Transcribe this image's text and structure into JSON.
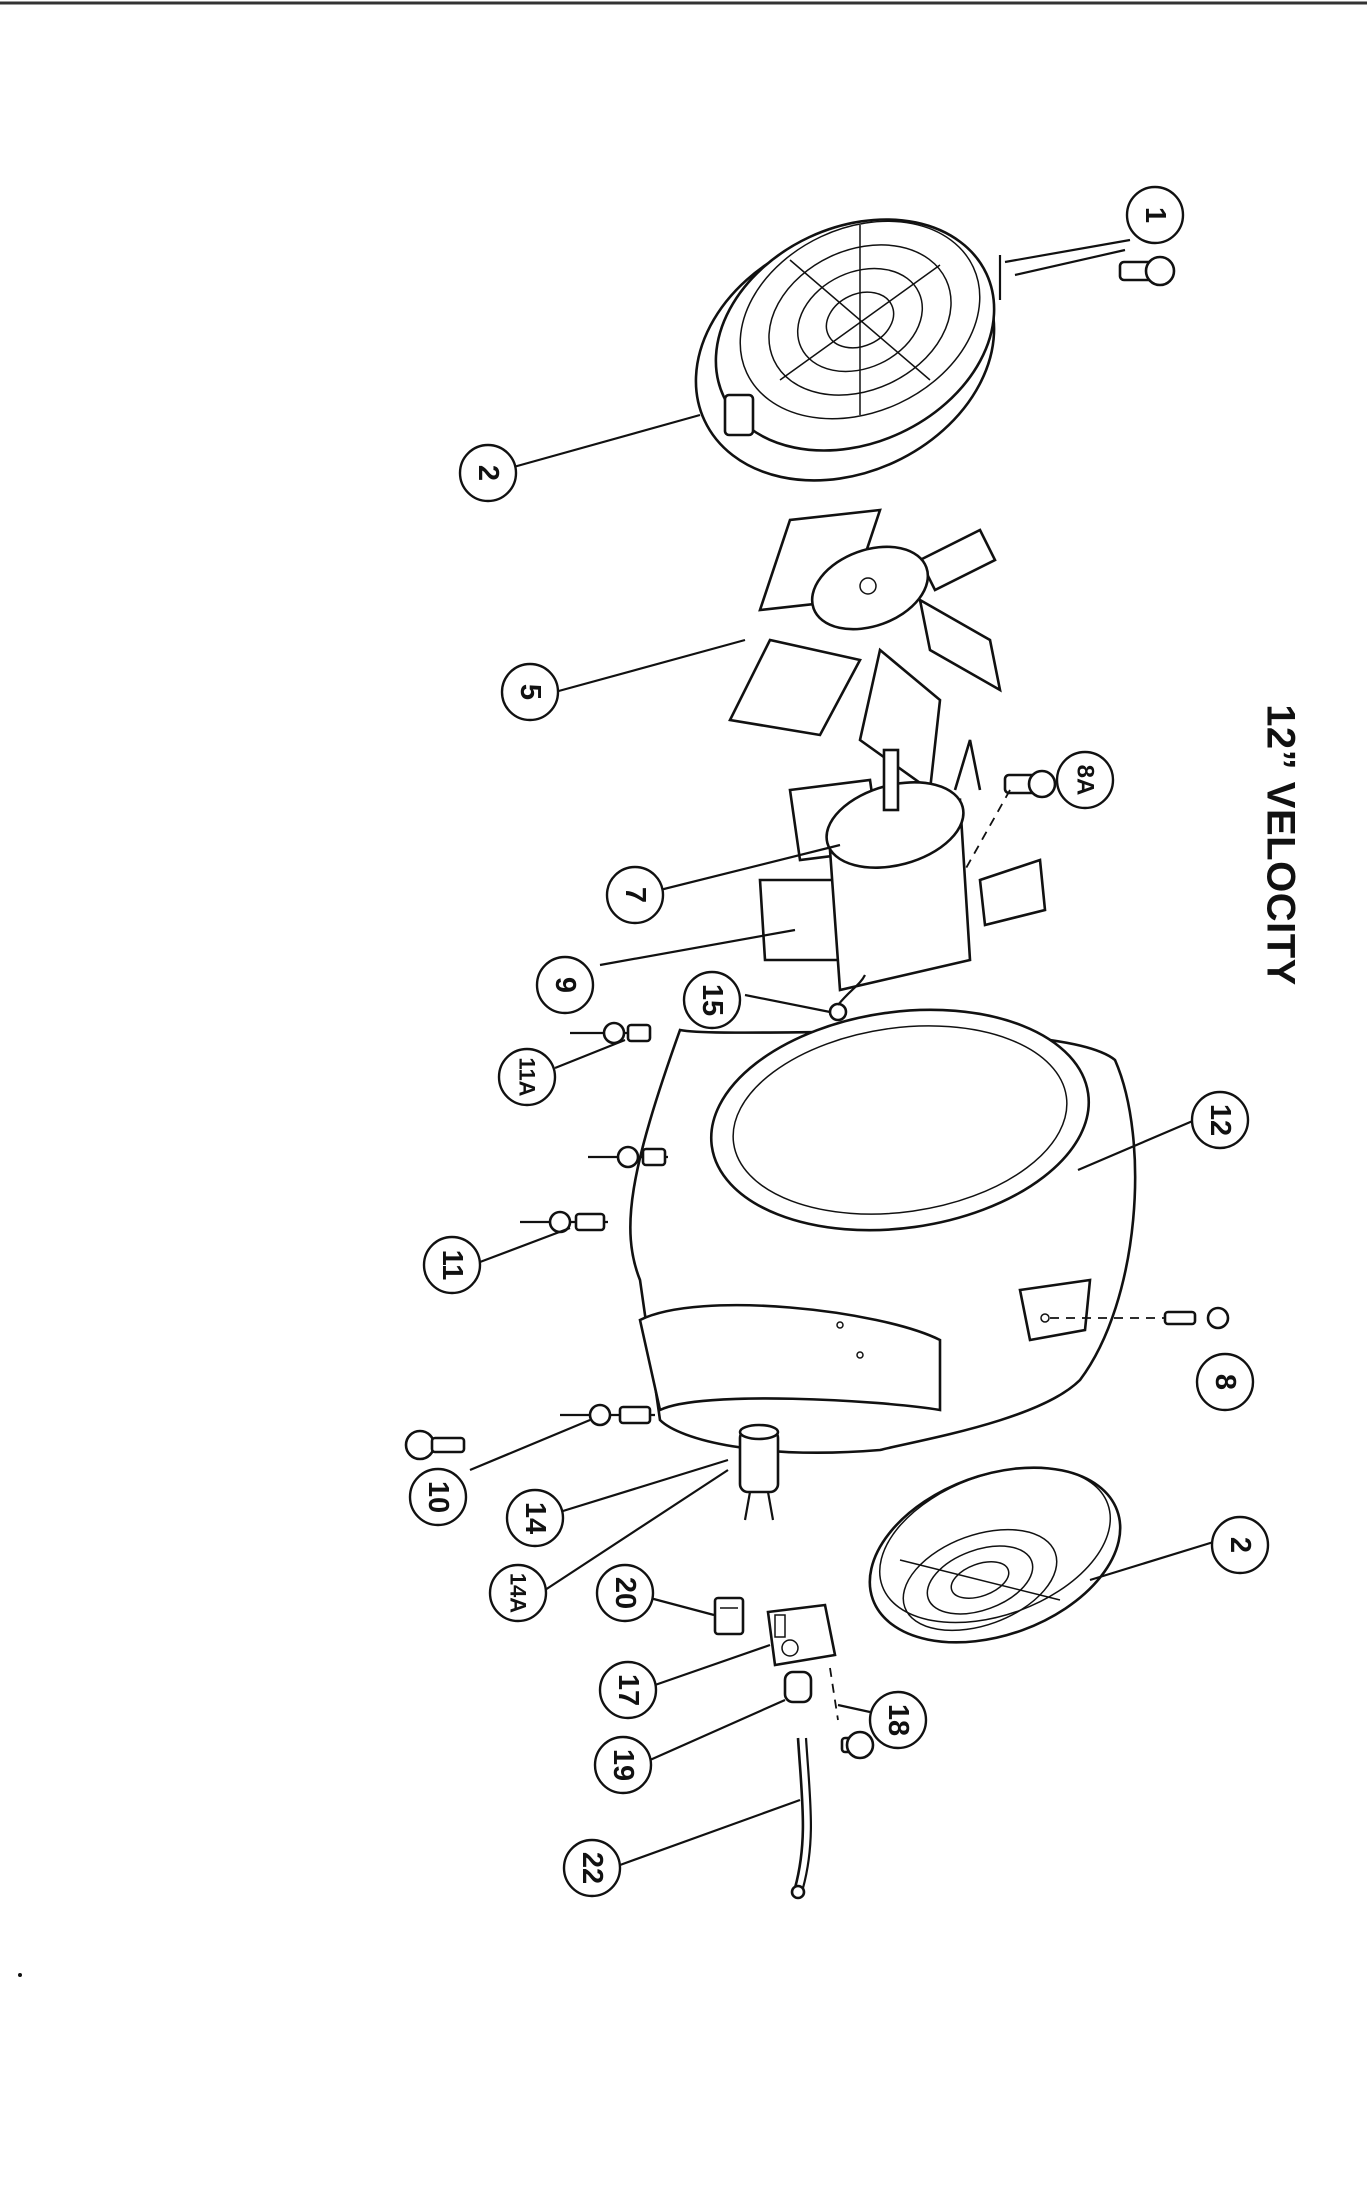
{
  "title": "12” VELOCITY",
  "callouts": [
    {
      "id": "c1",
      "label": "1"
    },
    {
      "id": "c2a",
      "label": "2"
    },
    {
      "id": "c5",
      "label": "5"
    },
    {
      "id": "c8a",
      "label": "8A"
    },
    {
      "id": "c7",
      "label": "7"
    },
    {
      "id": "c9",
      "label": "9"
    },
    {
      "id": "c15",
      "label": "15"
    },
    {
      "id": "c11a",
      "label": "11A"
    },
    {
      "id": "c12",
      "label": "12"
    },
    {
      "id": "c11",
      "label": "11"
    },
    {
      "id": "c8",
      "label": "8"
    },
    {
      "id": "c10",
      "label": "10"
    },
    {
      "id": "c14",
      "label": "14"
    },
    {
      "id": "c14a",
      "label": "14A"
    },
    {
      "id": "c2b",
      "label": "2"
    },
    {
      "id": "c20",
      "label": "20"
    },
    {
      "id": "c17",
      "label": "17"
    },
    {
      "id": "c18",
      "label": "18"
    },
    {
      "id": "c19",
      "label": "19"
    },
    {
      "id": "c22",
      "label": "22"
    }
  ]
}
